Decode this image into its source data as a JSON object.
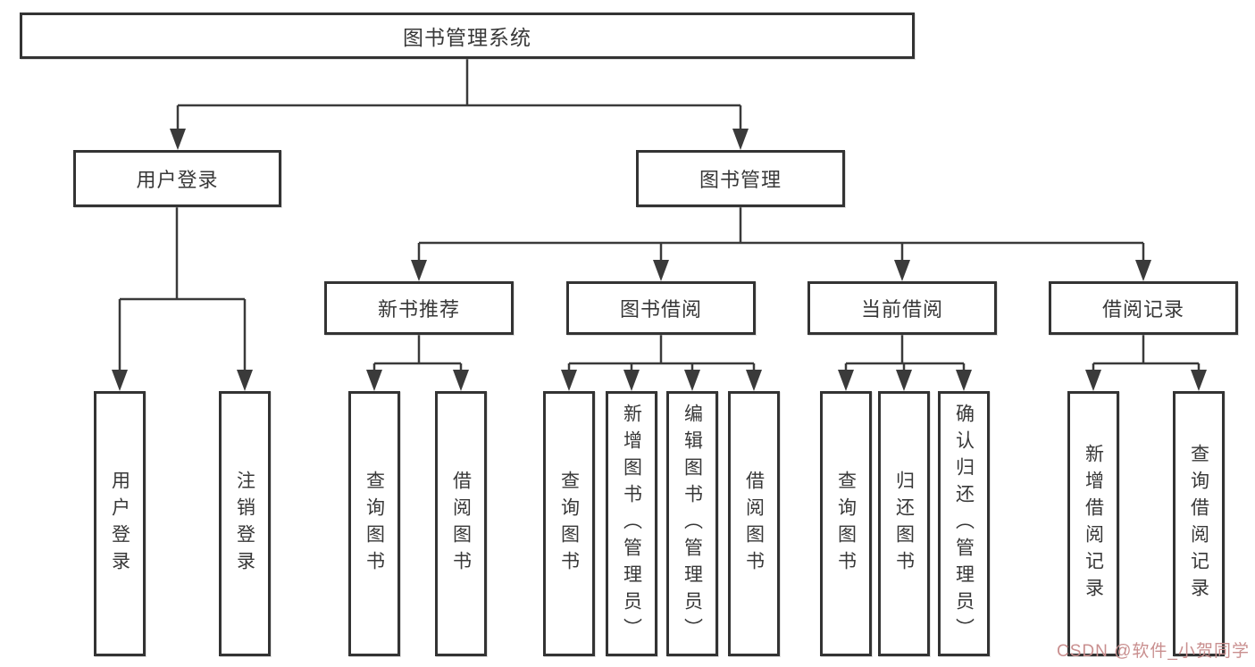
{
  "diagram": {
    "root": {
      "label": "图书管理系统"
    },
    "branches": [
      {
        "label": "用户登录",
        "children": [
          {
            "label": "用户登录"
          },
          {
            "label": "注销登录"
          }
        ]
      },
      {
        "label": "图书管理",
        "children": [
          {
            "label": "新书推荐",
            "children": [
              {
                "label": "查询图书"
              },
              {
                "label": "借阅图书"
              }
            ]
          },
          {
            "label": "图书借阅",
            "children": [
              {
                "label": "查询图书"
              },
              {
                "label": "新增图书（管理员）"
              },
              {
                "label": "编辑图书（管理员）"
              },
              {
                "label": "借阅图书"
              }
            ]
          },
          {
            "label": "当前借阅",
            "children": [
              {
                "label": "查询图书"
              },
              {
                "label": "归还图书"
              },
              {
                "label": "确认归还（管理员）"
              }
            ]
          },
          {
            "label": "借阅记录",
            "children": [
              {
                "label": "新增借阅记录"
              },
              {
                "label": "查询借阅记录"
              }
            ]
          }
        ]
      }
    ]
  },
  "watermark": {
    "text": "CSDN @软件_小贺同学"
  },
  "colors": {
    "line": "#3a3a3a",
    "text": "#383838",
    "watermark": "#c98f8f",
    "background": "#ffffff"
  }
}
